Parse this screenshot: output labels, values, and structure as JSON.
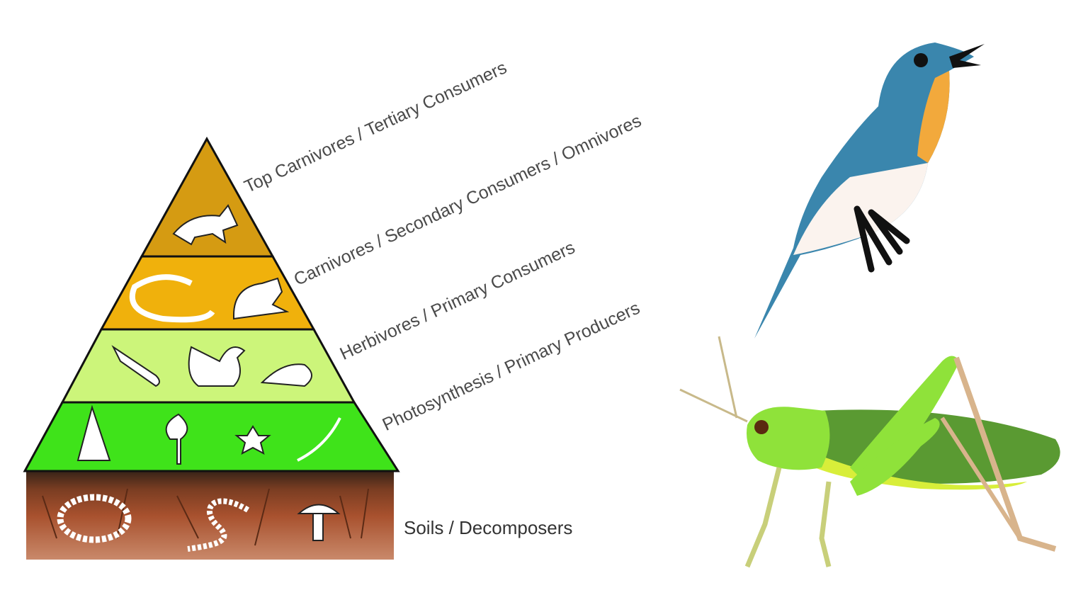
{
  "pyramid": {
    "levels": [
      {
        "label": "Top Carnivores / Tertiary Consumers",
        "color": "#d59b12",
        "organisms": [
          "fox"
        ]
      },
      {
        "label": "Carnivores / Secondary Consumers / Omnivores",
        "color": "#f0b10c",
        "organisms": [
          "snake",
          "frog"
        ]
      },
      {
        "label": "Herbivores / Primary Consumers",
        "color": "#ccf57a",
        "organisms": [
          "beetle",
          "squirrel",
          "bird"
        ]
      },
      {
        "label": "Photosynthesis / Primary Producers",
        "color": "#3fe31a",
        "organisms": [
          "conifer",
          "tree",
          "flower",
          "plant"
        ]
      }
    ],
    "soil": {
      "label": "Soils / Decomposers",
      "color": "#a8512e",
      "organisms": [
        "millipede",
        "earthworm",
        "mushroom"
      ]
    }
  },
  "illustrations": {
    "bird_color": "#3a86ad",
    "bird_breast": "#f2a93c",
    "grasshopper_color": "#8fe23a"
  }
}
